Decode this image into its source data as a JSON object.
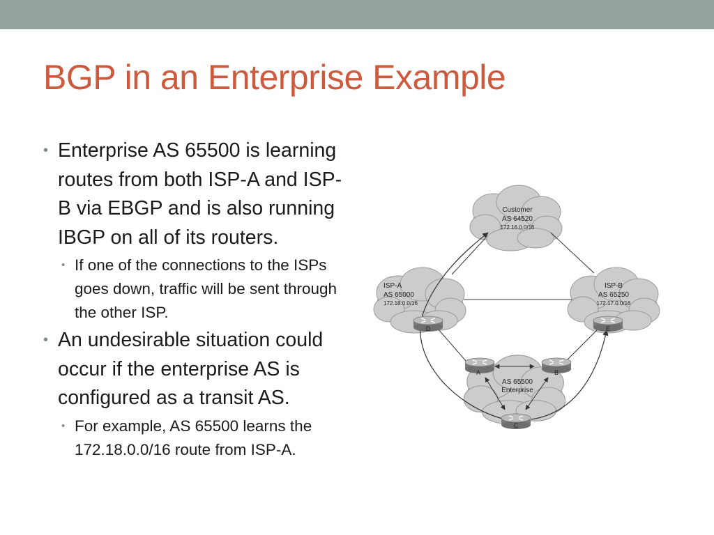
{
  "slide": {
    "title": "BGP in an Enterprise Example"
  },
  "bullets": {
    "b1": "Enterprise AS 65500 is learning routes from both ISP-A and ISP-B via EBGP and is also running IBGP on all of its routers.",
    "b1_sub": "If one of the connections to the ISPs goes down, traffic will be sent through the other ISP.",
    "b2": "An undesirable situation could occur if the enterprise AS is configured as a transit AS.",
    "b2_sub": "For example, AS 65500 learns the 172.18.0.0/16 route from ISP-A."
  },
  "diagram": {
    "customer": {
      "name": "Customer",
      "as": "AS 64520",
      "net": "172.16.0.0/16"
    },
    "ispa": {
      "name": "ISP-A",
      "as": "AS 65000",
      "net": "172.18.0.0/16"
    },
    "ispb": {
      "name": "ISP-B",
      "as": "AS 65250",
      "net": "172.17.0.0/16"
    },
    "enterprise": {
      "as": "AS 65500",
      "name": "Enterprise"
    },
    "routers": {
      "a": "A",
      "b": "B",
      "c": "C",
      "d": "D",
      "e": "E"
    },
    "colors": {
      "cloud_fill": "#cccccc",
      "cloud_stroke": "#9a9a9a",
      "line": "#333333"
    }
  }
}
